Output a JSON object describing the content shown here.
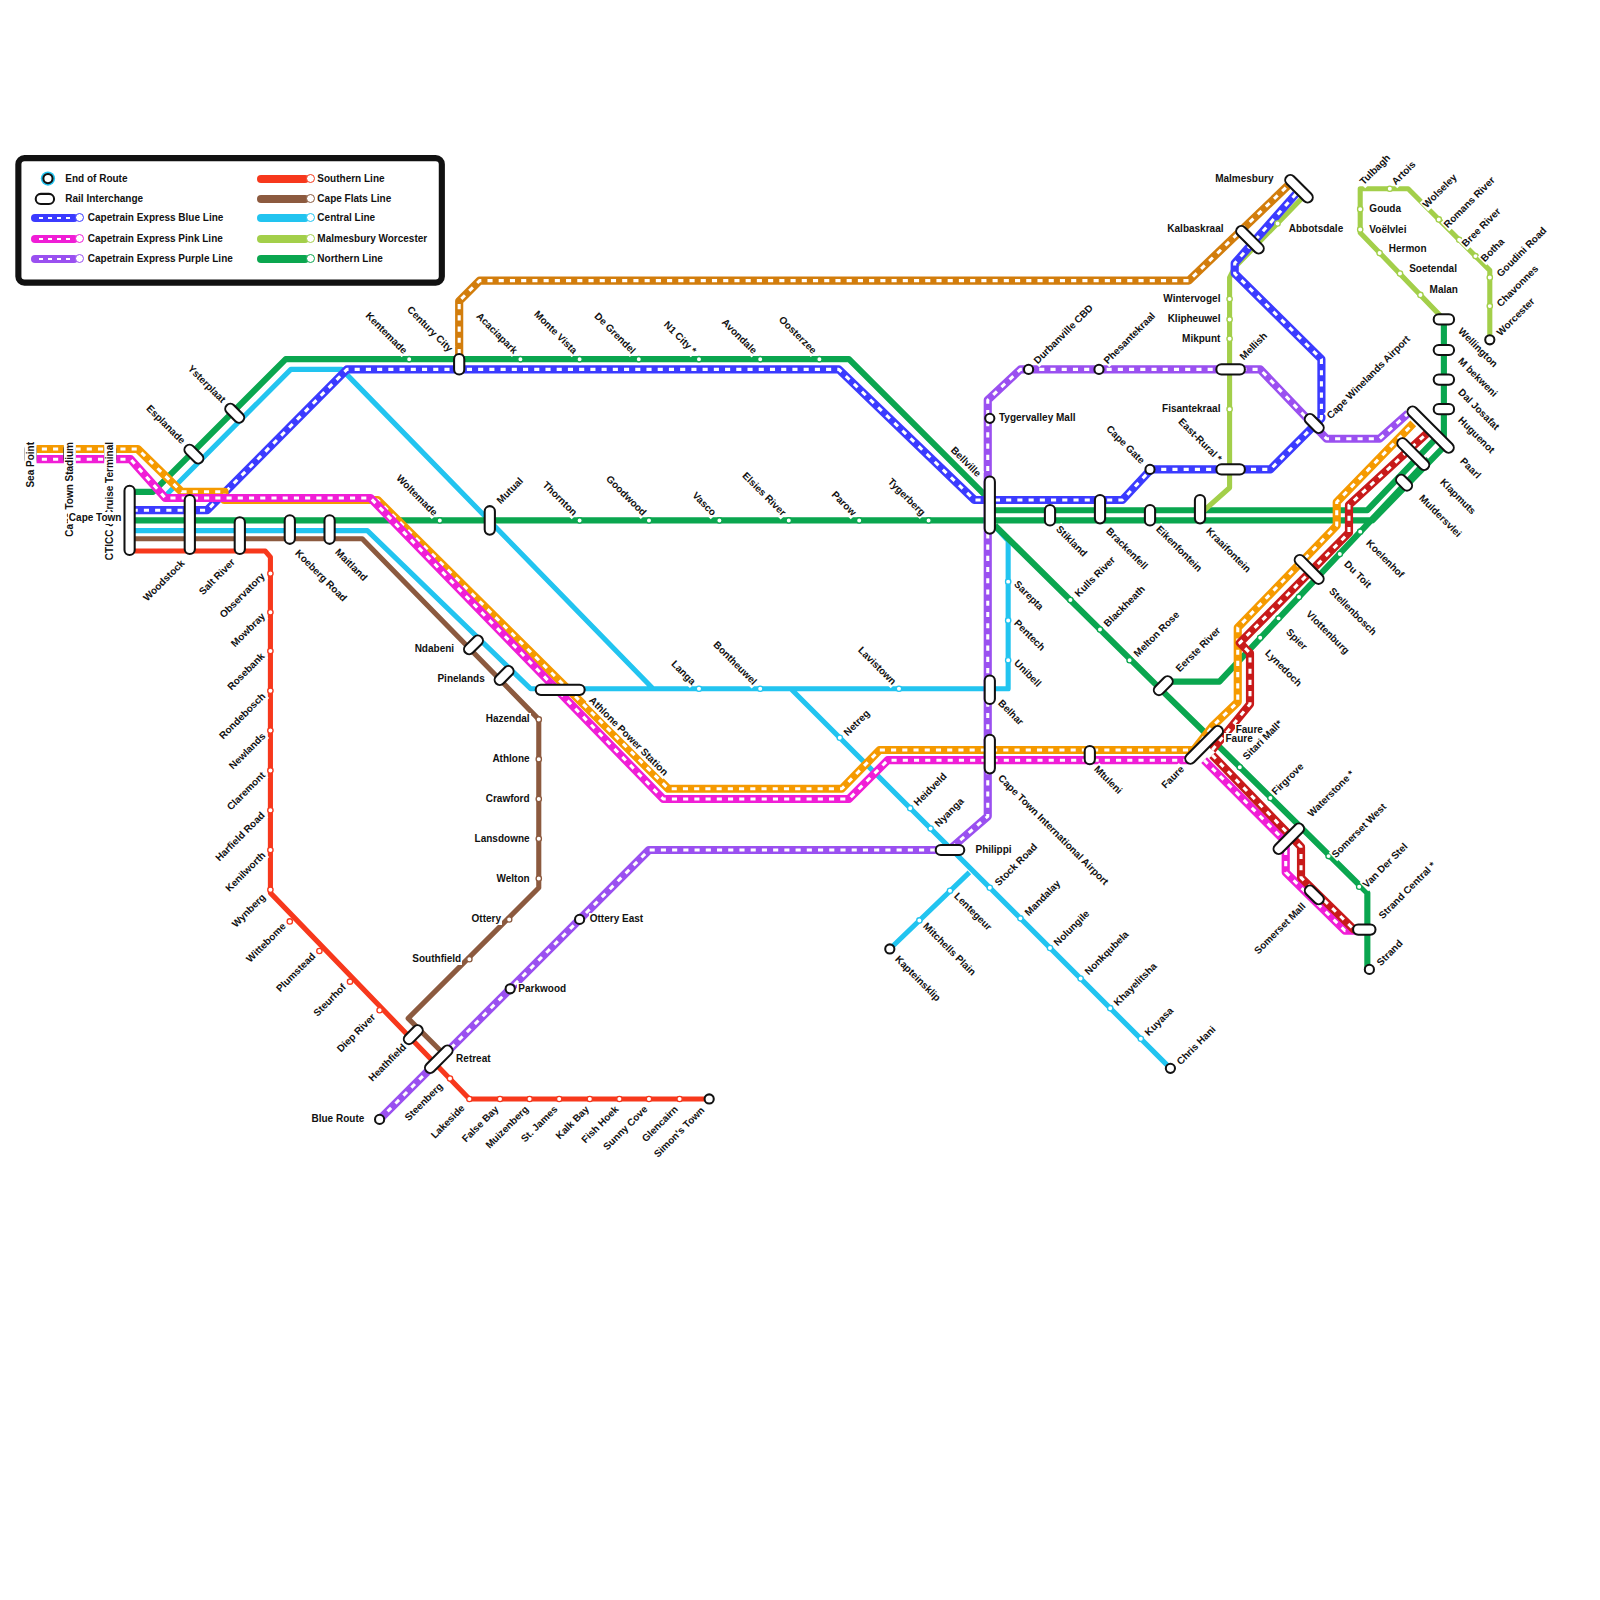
{
  "diagram": {
    "labels": [
      "Sea Point",
      "Cape Town Stadium",
      "CTICC & Cruise Terminal",
      "Cape Town",
      "Esplanade",
      "Ysterplaat",
      "Woodstock",
      "Salt River",
      "Koeberg Road",
      "Maitland",
      "Observatory",
      "Mowbray",
      "Rosebank",
      "Rondebosch",
      "Newlands",
      "Claremont",
      "Harfield Road",
      "Kenilworth",
      "Wynberg",
      "Wittebome",
      "Plumstead",
      "Steurhof",
      "Diep River",
      "Heathfield",
      "Retreat",
      "Steenberg",
      "Lakeside",
      "False Bay",
      "Muizenberg",
      "St. James",
      "Kalk Bay",
      "Fish Hoek",
      "Sunny Cove",
      "Glencairn",
      "Simon's Town",
      "Blue Route",
      "Ndabeni",
      "Pinelands",
      "Hazendal",
      "Athlone",
      "Crawford",
      "Lansdowne",
      "Welton",
      "Ottery",
      "Southfield",
      "Ottery East",
      "Parkwood",
      "Kentemade",
      "Century City",
      "Acaciapark",
      "Monte Vista",
      "De Grendel",
      "N1 City *",
      "Avondale",
      "Oosterzee",
      "Woltemade",
      "Mutual",
      "Thornton",
      "Goodwood",
      "Vasco",
      "Elsies River",
      "Parow",
      "Tygerberg",
      "Bellville",
      "Langa",
      "Bontheuwel",
      "Lavistown",
      "Athlone Power Station",
      "Netreg",
      "Heidveld",
      "Nyanga",
      "Philippi",
      "Stock Road",
      "Mandalay",
      "Nolungile",
      "Nonkqubela",
      "Khayelitsha",
      "Kuyasa",
      "Chris Hani",
      "Lentegeur",
      "Mitchells Plain",
      "Kapteinsklip",
      "Tygervalley Mall",
      "Durbanville CBD",
      "Phesantekraal",
      "Sarepta",
      "Pentech",
      "Unibell",
      "Belhar",
      "Cape Town International Airport",
      "Mtuleni",
      "Stikland",
      "Brackenfell",
      "Eikenfontein",
      "Kraaifontein",
      "Kulls River",
      "Blackheath",
      "Melton Rose",
      "Eerste River",
      "Cape Gate",
      "Wintervogel",
      "Klipheuwel",
      "Mikpunt",
      "Fisantekraal",
      "East-Rural *",
      "Mellish",
      "Kalbaskraal",
      "Malmesbury",
      "Abbotsdale",
      "Cape Winelands Airport",
      "Faure",
      "Faure",
      "Faure",
      "Sitari Mall*",
      "Firgrove",
      "Waterstone *",
      "Somerset West",
      "Van Der Stel",
      "Strand Central *",
      "Strand",
      "Somerset Mall",
      "Koelenhof",
      "Du Toit",
      "Stellenbosch",
      "Vlottenburg",
      "Spier",
      "Lynedoch",
      "Wellington",
      "M bekweni",
      "Dal Josafat",
      "Huguenot",
      "Paarl",
      "Klapmuts",
      "Muldersvlei",
      "Tulbagh",
      "Artois",
      "Wolseley",
      "Romans River",
      "Bree River",
      "Botha",
      "Goudini Road",
      "Chavonnes",
      "Worcester",
      "Gouda",
      "Voëlvlei",
      "Hermon",
      "Soetendal",
      "Malan"
    ],
    "legend": [
      {
        "text": "End of Route"
      },
      {
        "text": "Rail Interchange"
      },
      {
        "text": "Capetrain Express Blue Line",
        "color": "#3b3bff"
      },
      {
        "text": "Capetrain Express Pink Line",
        "color": "#f01ed6"
      },
      {
        "text": "Capetrain Express Purple Line",
        "color": "#9a50f0"
      },
      {
        "text": "Southern Line",
        "color": "#f7381c"
      },
      {
        "text": "Cape Flats Line",
        "color": "#8c5a3f"
      },
      {
        "text": "Central Line",
        "color": "#22c4f0"
      },
      {
        "text": "Malmesbury Worcester",
        "color": "#a3cf4a"
      },
      {
        "text": "Northern Line",
        "color": "#0aa64f"
      }
    ]
  }
}
